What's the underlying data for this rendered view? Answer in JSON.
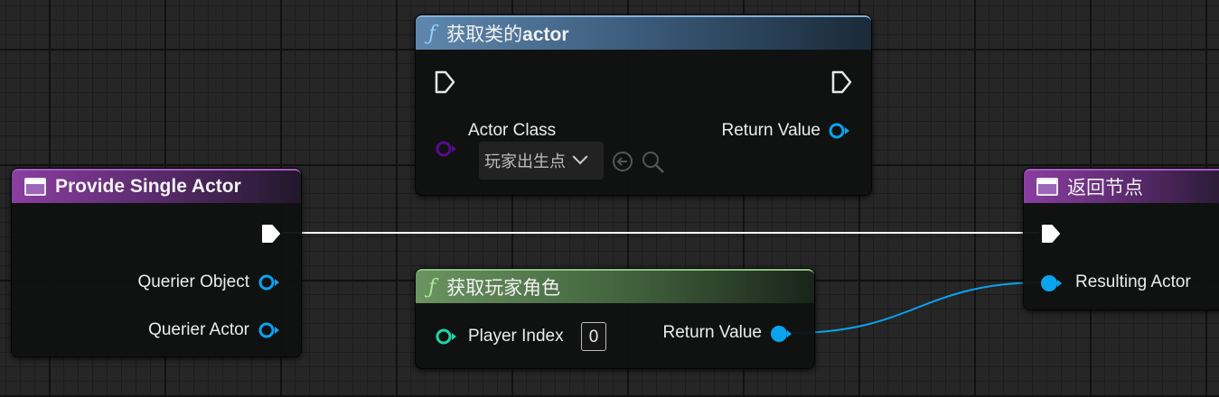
{
  "nodes": {
    "provide_single_actor": {
      "title": "Provide Single Actor",
      "pins": {
        "querier_object": "Querier Object",
        "querier_actor": "Querier Actor"
      }
    },
    "get_actor_of_class": {
      "title_prefix": "获取类的",
      "title_bold": "actor",
      "actor_class_label": "Actor Class",
      "actor_class_value": "玩家出生点",
      "return_value_label": "Return Value"
    },
    "get_player_character": {
      "title": "获取玩家角色",
      "player_index_label": "Player Index",
      "player_index_value": "0",
      "return_value_label": "Return Value"
    },
    "return_node": {
      "title": "返回节点",
      "resulting_actor_label": "Resulting Actor"
    }
  },
  "colors": {
    "exec_wire": "#ffffff",
    "object_wire": "#0aa3ee",
    "class_pin": "#5a0a8c",
    "int_pin": "#1ed7a8",
    "object_pin": "#0aa3ee"
  },
  "icons": [
    "function-icon",
    "event-node-icon",
    "chevron-down-icon",
    "use-selected-icon",
    "browse-icon"
  ]
}
